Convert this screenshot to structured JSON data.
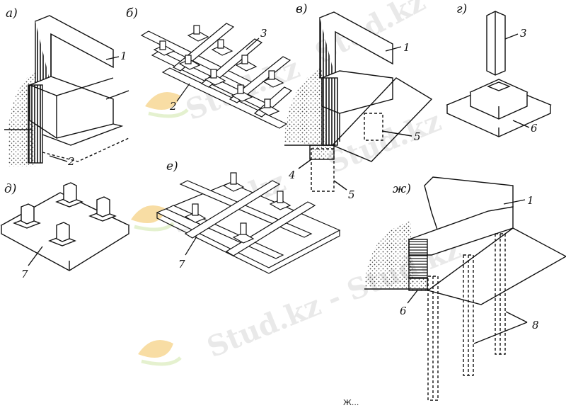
{
  "panels": {
    "a": {
      "letter": "а)",
      "callouts": [
        "1",
        "2"
      ]
    },
    "b": {
      "letter": "б)",
      "callouts": [
        "3",
        "2"
      ]
    },
    "v": {
      "letter": "в)",
      "callouts": [
        "1",
        "5",
        "4",
        "5"
      ]
    },
    "g": {
      "letter": "г)",
      "callouts": [
        "3",
        "6"
      ]
    },
    "d": {
      "letter": "д)",
      "callouts": [
        "7"
      ]
    },
    "e": {
      "letter": "е)",
      "callouts": [
        "7"
      ]
    },
    "zh": {
      "letter": "ж)",
      "callouts": [
        "1",
        "6",
        "8"
      ]
    }
  },
  "watermark": {
    "text": "Stud.kz",
    "text_long": "Stud.kz - Stud.kz"
  },
  "caption_fragment": "Ж...",
  "colors": {
    "ink": "#111111",
    "soil": "#444444",
    "watermark": "#e9e9e9",
    "logo_orange": "#f3c25a",
    "logo_green": "#cfe6a8"
  }
}
